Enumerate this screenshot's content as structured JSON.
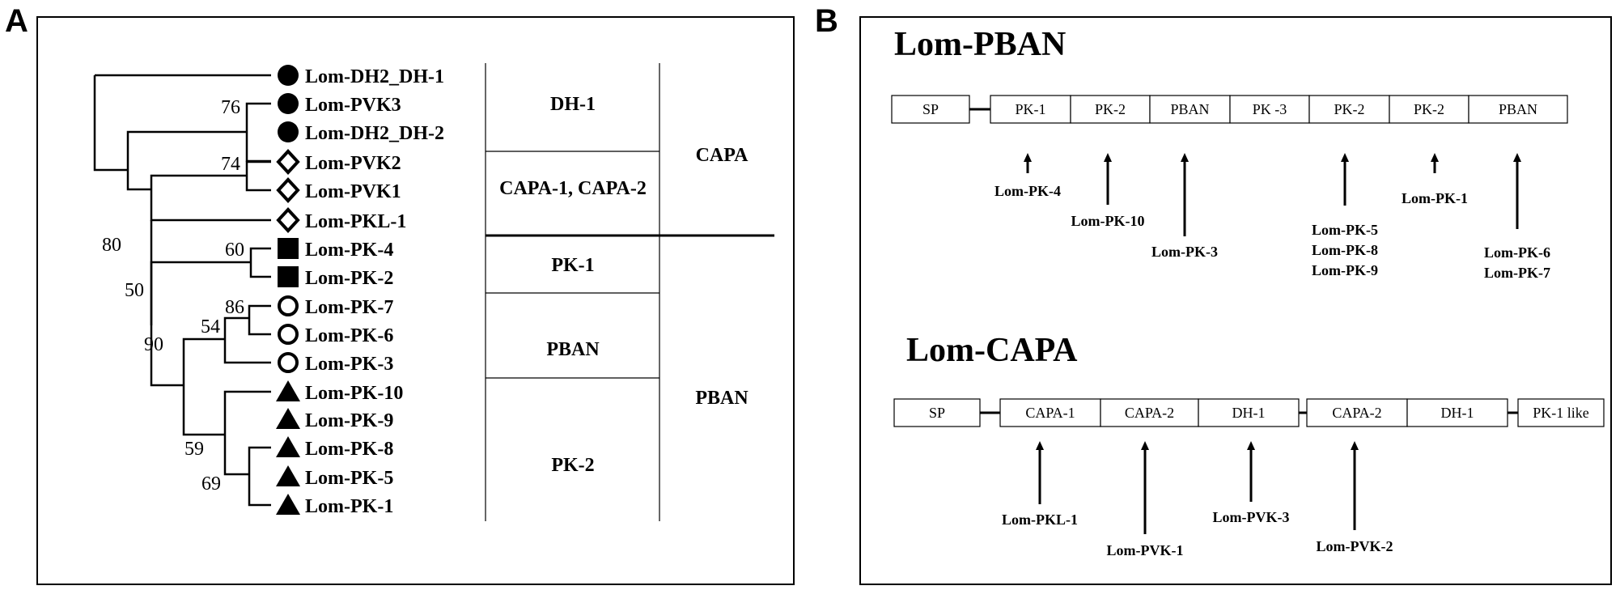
{
  "panels": {
    "a": "A",
    "b": "B"
  },
  "tree": {
    "taxa": [
      {
        "label": "Lom-DH2_DH-1",
        "marker": "filled-circle"
      },
      {
        "label": "Lom-PVK3",
        "marker": "filled-circle"
      },
      {
        "label": "Lom-DH2_DH-2",
        "marker": "filled-circle"
      },
      {
        "label": "Lom-PVK2",
        "marker": "open-diamond"
      },
      {
        "label": "Lom-PVK1",
        "marker": "open-diamond"
      },
      {
        "label": "Lom-PKL-1",
        "marker": "open-diamond"
      },
      {
        "label": "Lom-PK-4",
        "marker": "filled-square"
      },
      {
        "label": "Lom-PK-2",
        "marker": "filled-square"
      },
      {
        "label": "Lom-PK-7",
        "marker": "open-circle"
      },
      {
        "label": "Lom-PK-6",
        "marker": "open-circle"
      },
      {
        "label": "Lom-PK-3",
        "marker": "open-circle"
      },
      {
        "label": "Lom-PK-10",
        "marker": "filled-triangle"
      },
      {
        "label": "Lom-PK-9",
        "marker": "filled-triangle"
      },
      {
        "label": "Lom-PK-8",
        "marker": "filled-triangle"
      },
      {
        "label": "Lom-PK-5",
        "marker": "filled-triangle"
      },
      {
        "label": "Lom-PK-1",
        "marker": "filled-triangle"
      }
    ],
    "bootstraps": [
      "76",
      "74",
      "80",
      "50",
      "60",
      "90",
      "86",
      "54",
      "59",
      "69"
    ],
    "peptide_groups": [
      "DH-1",
      "CAPA-1, CAPA-2",
      "PK-1",
      "PBAN",
      "PK-2"
    ],
    "gene_groups": [
      "CAPA",
      "PBAN"
    ]
  },
  "precursors": {
    "pban": {
      "title": "Lom-PBAN",
      "segments": [
        "SP",
        "PK-1",
        "PK-2",
        "PBAN",
        "PK -3",
        "PK-2",
        "PK-2",
        "PBAN"
      ],
      "peptides": [
        [
          "Lom-PK-4"
        ],
        [
          "Lom-PK-10"
        ],
        [
          "Lom-PK-3"
        ],
        [
          "Lom-PK-5",
          "Lom-PK-8",
          "Lom-PK-9"
        ],
        [
          "Lom-PK-1"
        ],
        [
          "Lom-PK-6",
          "Lom-PK-7"
        ]
      ]
    },
    "capa": {
      "title": "Lom-CAPA",
      "segments": [
        "SP",
        "CAPA-1",
        "CAPA-2",
        "DH-1",
        "CAPA-2",
        "DH-1",
        "PK-1 like"
      ],
      "peptides": [
        [
          "Lom-PKL-1"
        ],
        [
          "Lom-PVK-1"
        ],
        [
          "Lom-PVK-3"
        ],
        [
          "Lom-PVK-2"
        ]
      ]
    }
  }
}
